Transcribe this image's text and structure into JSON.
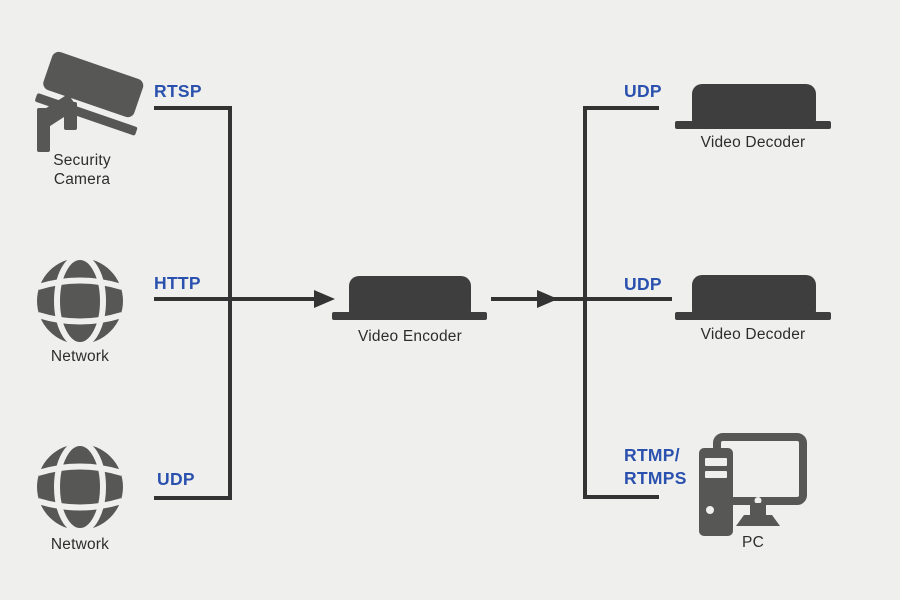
{
  "colors": {
    "background": "#efefee",
    "line": "#333333",
    "device_dark": "#3e3e3e",
    "icon_gray": "#575756",
    "label_text": "#2d2d2d",
    "protocol_blue": "#2b51ae"
  },
  "left_nodes": [
    {
      "label": "Security\nCamera",
      "protocol": "RTSP",
      "icon": "security-camera-icon"
    },
    {
      "label": "Network",
      "protocol": "HTTP",
      "icon": "globe-icon"
    },
    {
      "label": "Network",
      "protocol": "UDP",
      "icon": "globe-icon"
    }
  ],
  "center_node": {
    "label": "Video Encoder",
    "icon": "video-encoder-device-icon"
  },
  "right_nodes": [
    {
      "label": "Video Decoder",
      "protocol": "UDP",
      "icon": "video-decoder-device-icon"
    },
    {
      "label": "Video Decoder",
      "protocol": "UDP",
      "icon": "video-decoder-device-icon"
    },
    {
      "label": "PC",
      "protocol": "RTMP/\nRTMPS",
      "icon": "pc-icon"
    }
  ]
}
